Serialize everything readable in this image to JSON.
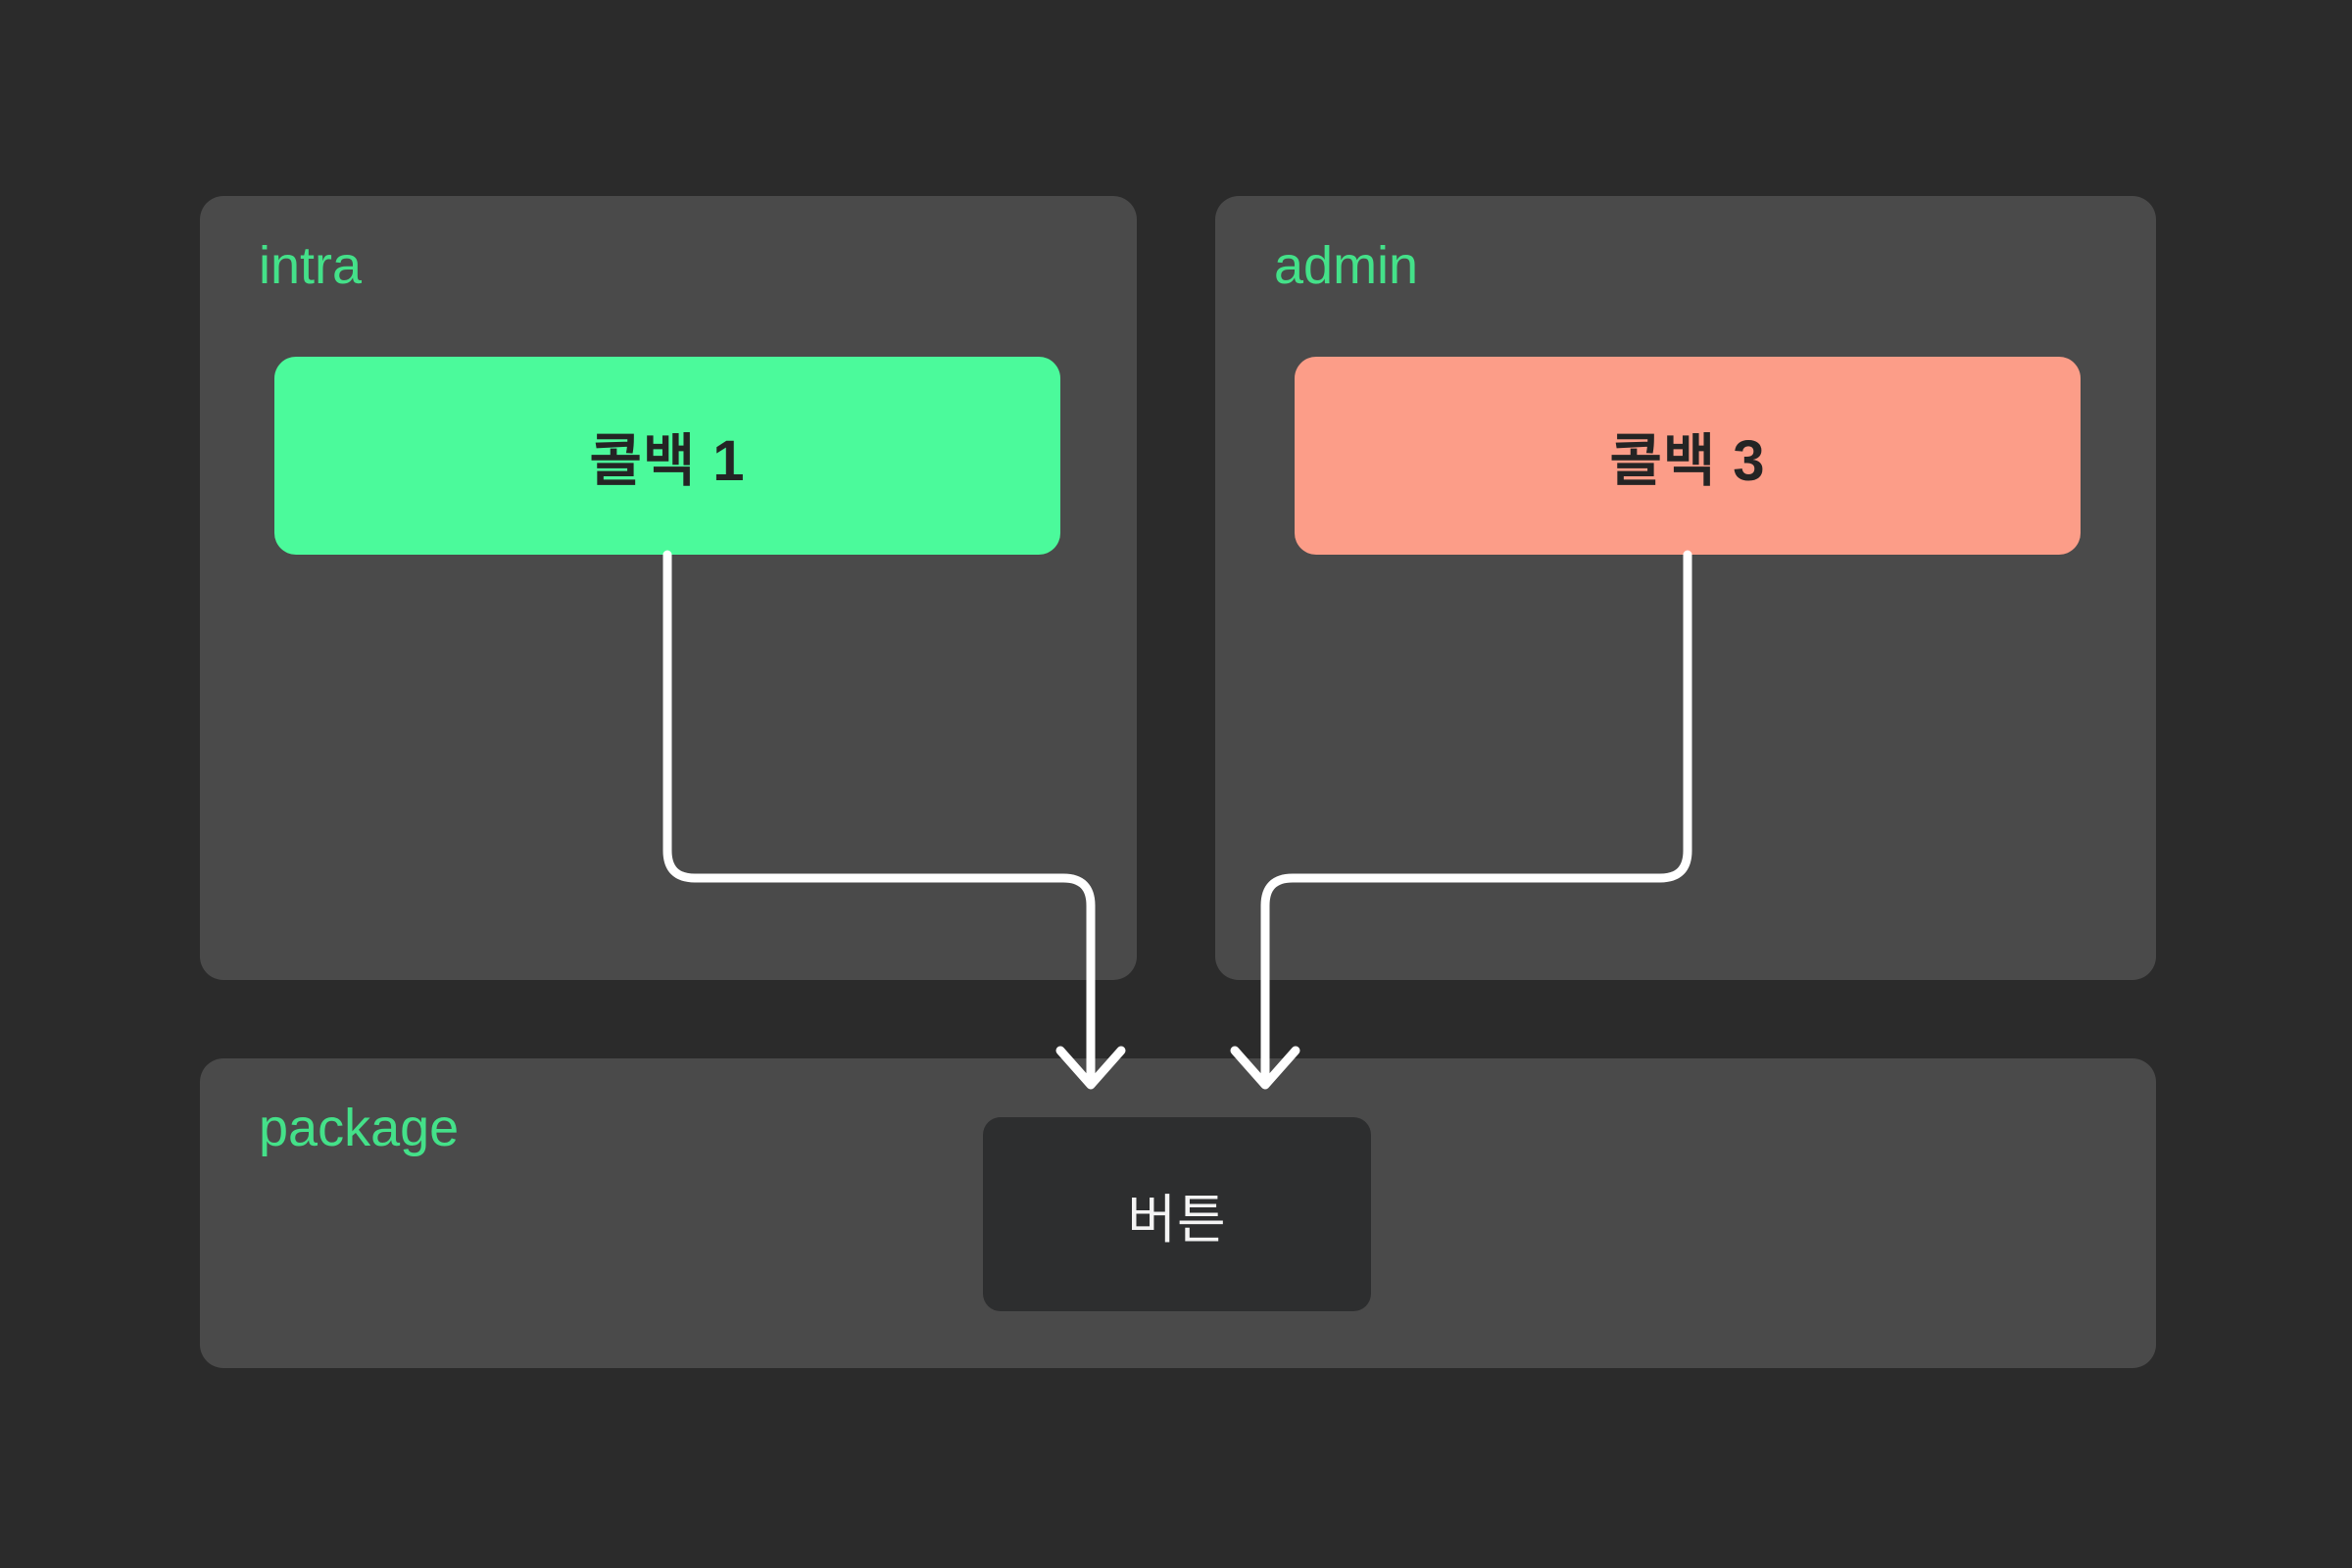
{
  "colors": {
    "background": "#2b2b2b",
    "panel": "#4a4a4a",
    "green_node": "#4bfa9b",
    "salmon_node": "#fc9d88",
    "label_green": "#44e189",
    "dark_node": "#2d2e2f",
    "node_dark_text": "#242424",
    "node_light_text": "#f4f4f4",
    "arrow": "#ffffff"
  },
  "diagram": {
    "groups": [
      {
        "id": "intra",
        "label": "intra",
        "nodes": [
          {
            "id": "callback-1",
            "label": "콜백 1",
            "fill": "#4bfa9b"
          }
        ]
      },
      {
        "id": "admin",
        "label": "admin",
        "nodes": [
          {
            "id": "callback-3",
            "label": "콜백 3",
            "fill": "#fc9d88"
          }
        ]
      },
      {
        "id": "package",
        "label": "package",
        "nodes": [
          {
            "id": "button",
            "label": "버튼",
            "fill": "#2d2e2f"
          }
        ]
      }
    ],
    "edges": [
      {
        "from": "콜백 1",
        "to": "버튼"
      },
      {
        "from": "콜백 3",
        "to": "버튼"
      }
    ]
  }
}
